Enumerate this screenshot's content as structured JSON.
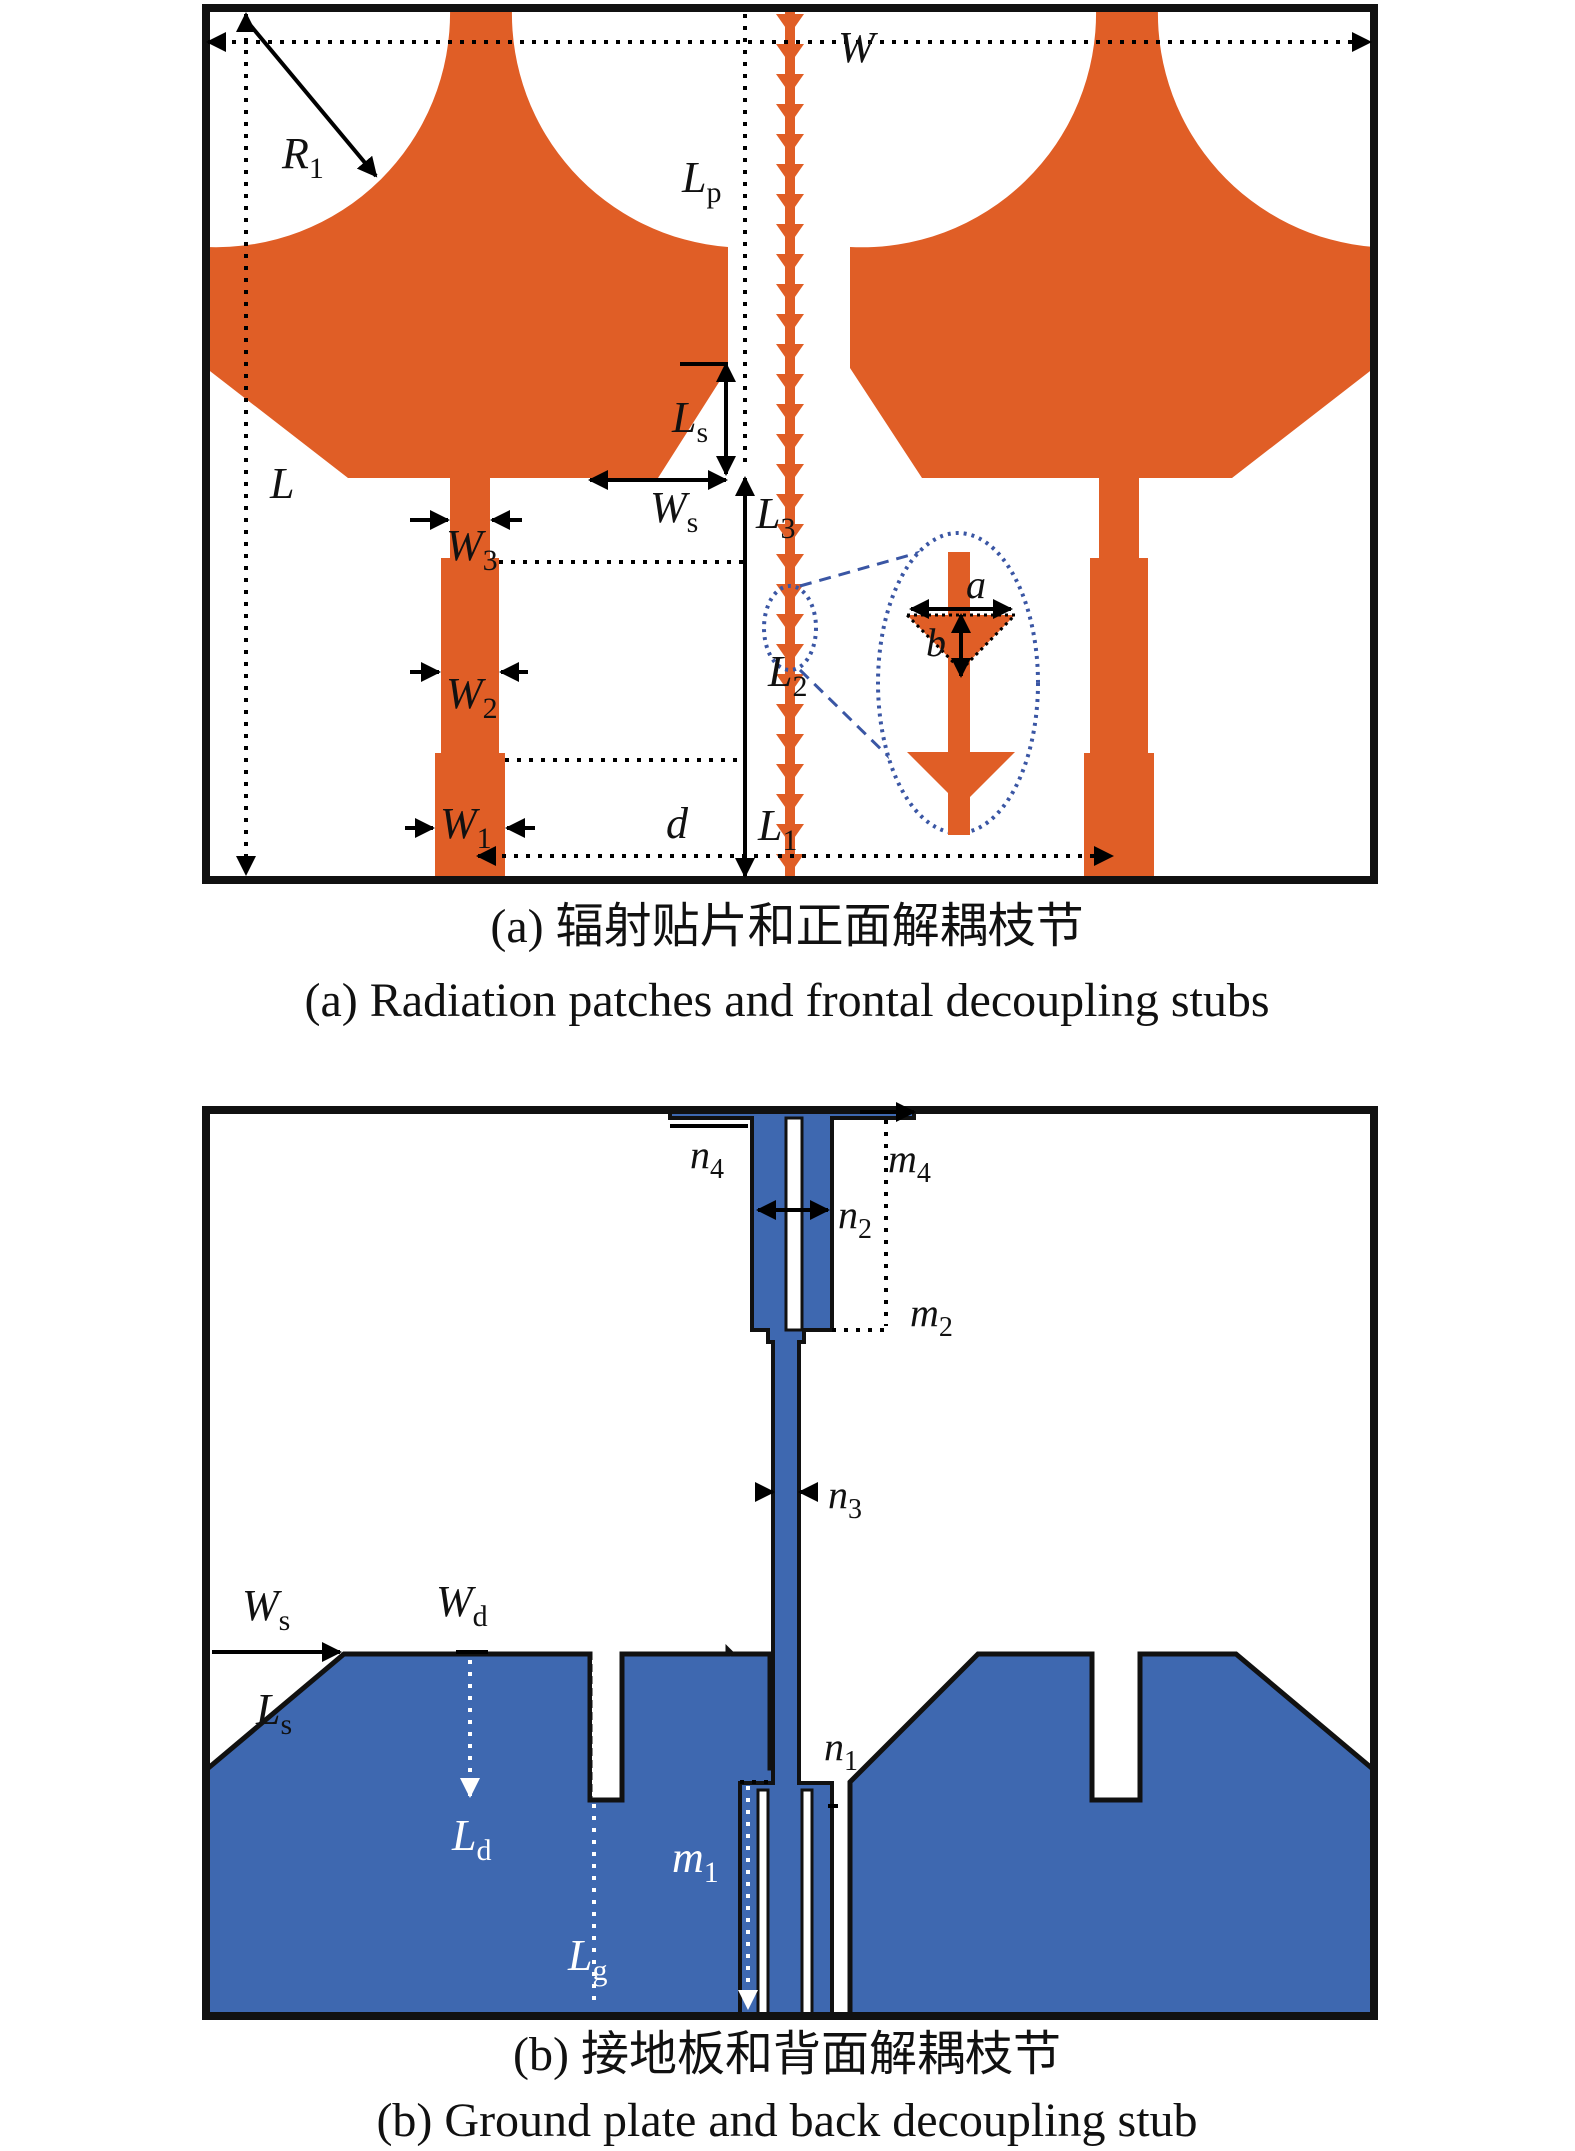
{
  "colors": {
    "radiator": "#E05E26",
    "ground": "#3E68B0",
    "outline": "#111111",
    "zoom_ring": "#3A56A4"
  },
  "panel_a": {
    "caption_zh": "(a) 辐射贴片和正面解耦枝节",
    "caption_en": "(a) Radiation patches and frontal decoupling stubs",
    "labels": {
      "W": "W",
      "R1": [
        "R",
        "1"
      ],
      "Lp": [
        "L",
        "p"
      ],
      "L": "L",
      "Ls": [
        "L",
        "s"
      ],
      "Ws": [
        "W",
        "s"
      ],
      "L3": [
        "L",
        "3"
      ],
      "W3": [
        "W",
        "3"
      ],
      "W2": [
        "W",
        "2"
      ],
      "L2": [
        "L",
        "2"
      ],
      "W1": [
        "W",
        "1"
      ],
      "L1": [
        "L",
        "1"
      ],
      "d": "d",
      "a": "a",
      "b": "b"
    }
  },
  "panel_b": {
    "caption_zh": "(b) 接地板和背面解耦枝节",
    "caption_en": "(b) Ground plate and back decoupling stub",
    "labels": {
      "n4": [
        "n",
        "4"
      ],
      "m4": [
        "m",
        "4"
      ],
      "n2": [
        "n",
        "2"
      ],
      "m2": [
        "m",
        "2"
      ],
      "n3": [
        "n",
        "3"
      ],
      "Ws": [
        "W",
        "s"
      ],
      "Wd": [
        "W",
        "d"
      ],
      "Ls": [
        "L",
        "s"
      ],
      "n1": [
        "n",
        "1"
      ],
      "Ld": [
        "L",
        "d"
      ],
      "m1": [
        "m",
        "1"
      ],
      "Lg": [
        "L",
        "g"
      ]
    }
  }
}
